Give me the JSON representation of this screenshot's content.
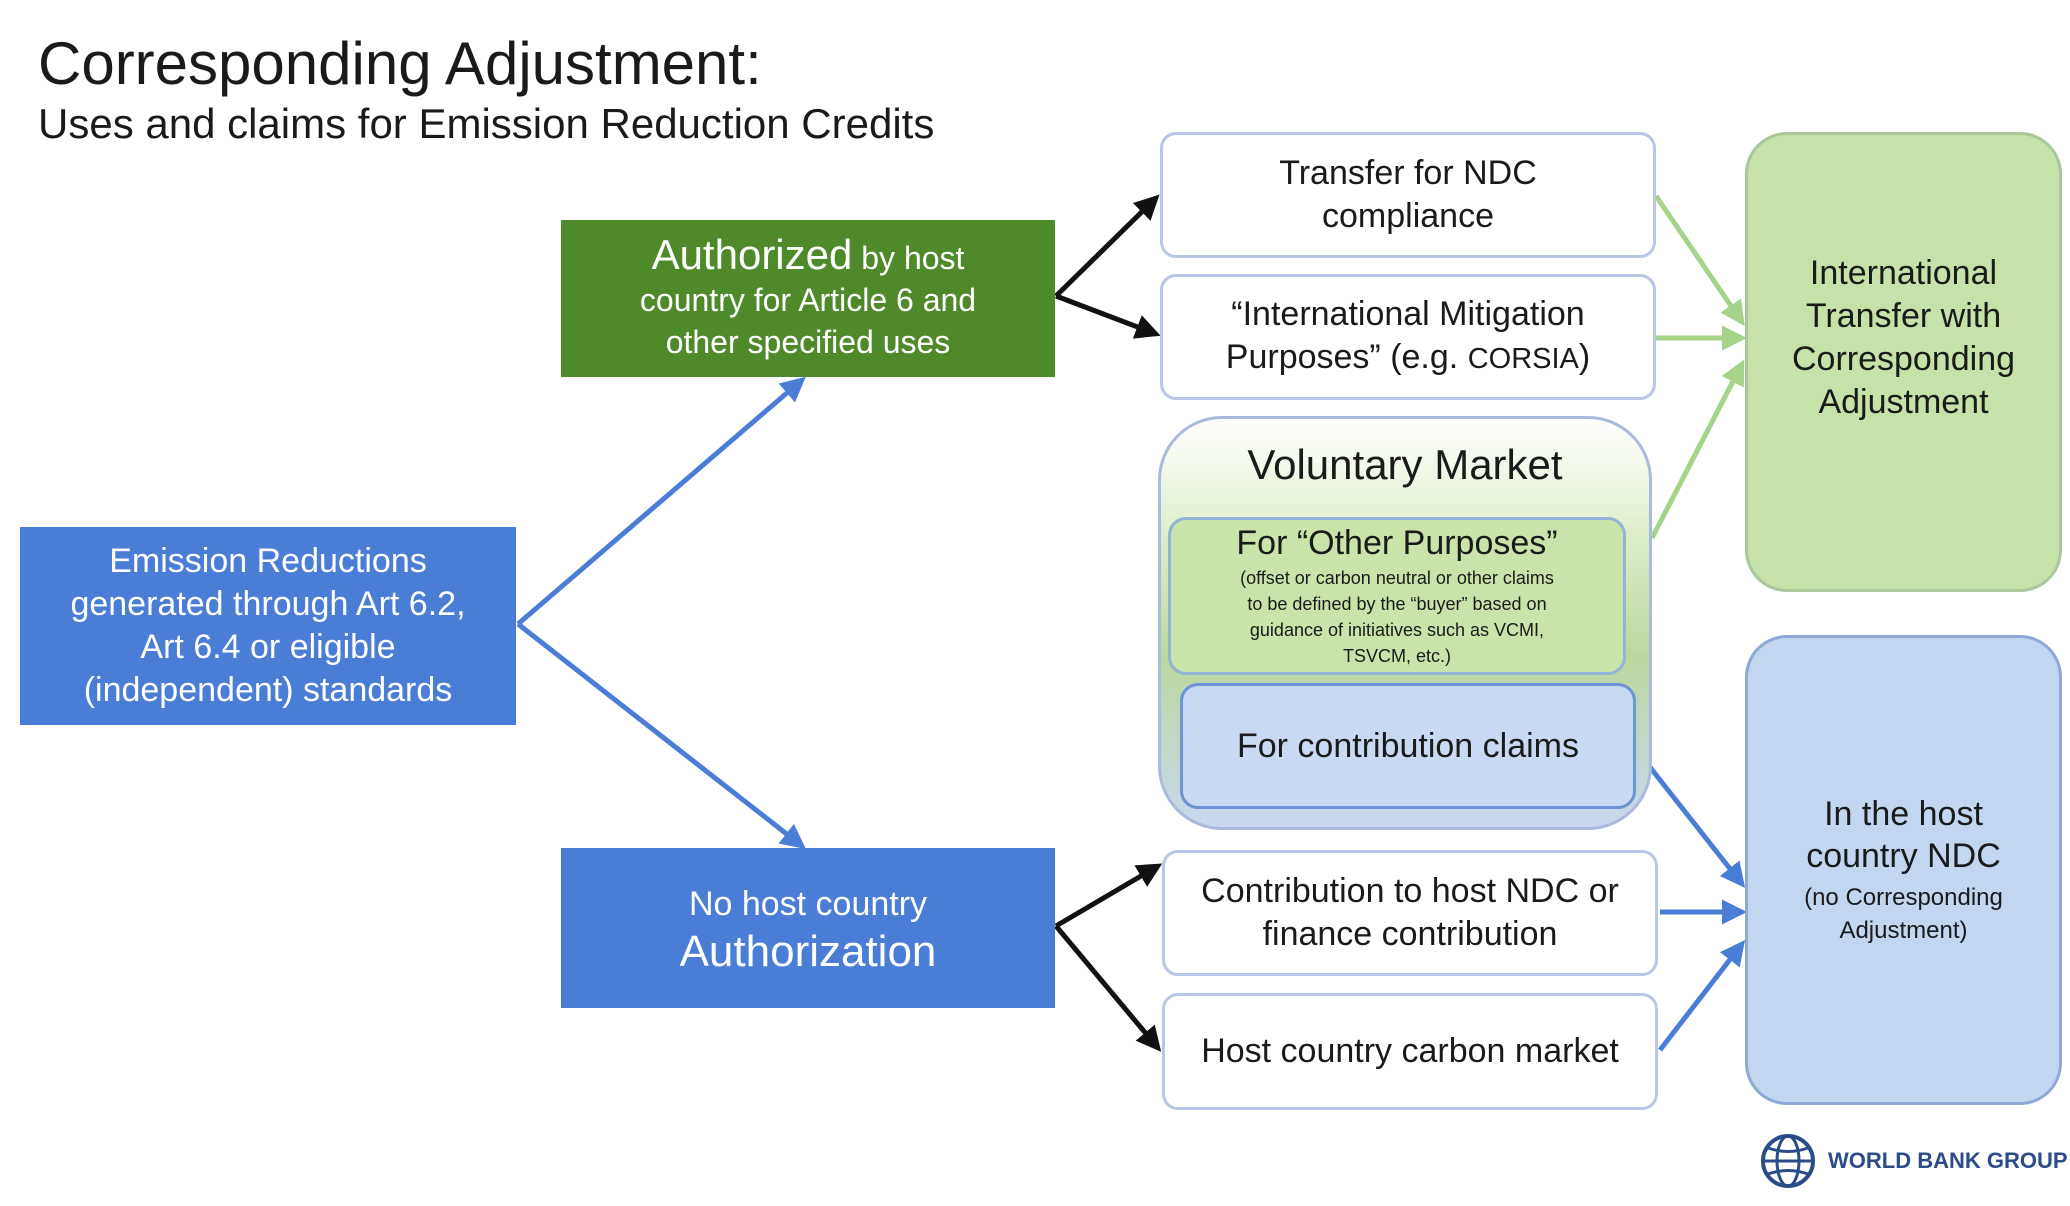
{
  "header": {
    "title": "Corresponding Adjustment:",
    "subtitle": "Uses and claims for Emission Reduction Credits"
  },
  "source": {
    "lines": [
      "Emission Reductions",
      "generated through Art 6.2,",
      "Art 6.4 or eligible",
      "(independent) standards"
    ]
  },
  "authorized": {
    "lead": "Authorized",
    "lead_rest": " by host",
    "lines": [
      "country for Article 6 and",
      "other specified uses"
    ]
  },
  "no_authorization": {
    "line1": "No host country",
    "line2": "Authorization"
  },
  "authorized_uses": {
    "ndc_transfer": [
      "Transfer for NDC",
      "compliance"
    ],
    "imp_line1": "“International Mitigation",
    "imp_line2_a": "Purposes” (e.g. ",
    "imp_line2_b": "CORSIA",
    "imp_line2_c": ")"
  },
  "voluntary_market": {
    "title": "Voluntary Market",
    "other_purposes": {
      "title": "For “Other Purposes”",
      "description": [
        "(offset or carbon neutral or other claims",
        "to be defined by the “buyer” based on",
        "guidance of initiatives such as VCMI,",
        "TSVCM, etc.)"
      ]
    },
    "contribution_claims": "For contribution claims"
  },
  "unauthorized_uses": {
    "ndc_contribution": [
      "Contribution to host NDC or",
      "finance contribution"
    ],
    "carbon_market": "Host country carbon market"
  },
  "outcomes": {
    "international": [
      "International",
      "Transfer with",
      "Corresponding",
      "Adjustment"
    ],
    "host_ndc": {
      "title": [
        "In the host",
        "country NDC"
      ],
      "note": [
        "(no Corresponding",
        "Adjustment)"
      ]
    }
  },
  "logo": {
    "text": "WORLD BANK GROUP"
  },
  "colors": {
    "blue": "#4a7dd6",
    "green": "#4f8a2a",
    "light_green": "#c6e2a8",
    "light_blue": "#c3d6ef",
    "arrow_blue": "#4a7dd6",
    "arrow_black": "#111111",
    "arrow_green": "#a6d38a"
  }
}
